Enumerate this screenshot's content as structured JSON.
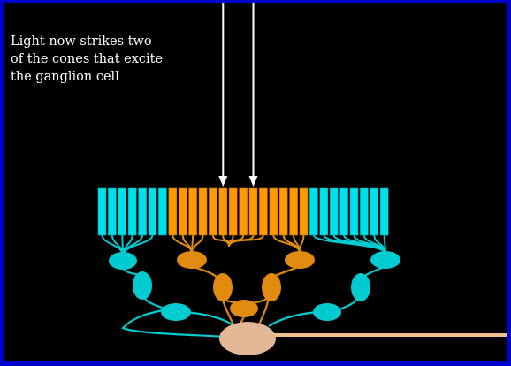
{
  "caption": {
    "lines": [
      "Light now strikes two",
      "of the cones that excite",
      "the ganglion cell"
    ]
  },
  "colors": {
    "frame_border": "#0000cc",
    "background": "#000000",
    "text": "#ffffff",
    "surround_cones": "#00e0ea",
    "surround_cells": "#00cbd0",
    "center_cones": "#ff9900",
    "center_cells": "#e08a10",
    "ganglion_cell": "#e2b896",
    "axon": "#f2c08e",
    "light_rays": "#ffffff"
  },
  "diagram": {
    "cones": {
      "count": 29,
      "left_surround_count": 7,
      "center_count": 14,
      "right_surround_count": 8,
      "struck_cone_indices": [
        12,
        15
      ]
    },
    "light_rays": 2
  }
}
